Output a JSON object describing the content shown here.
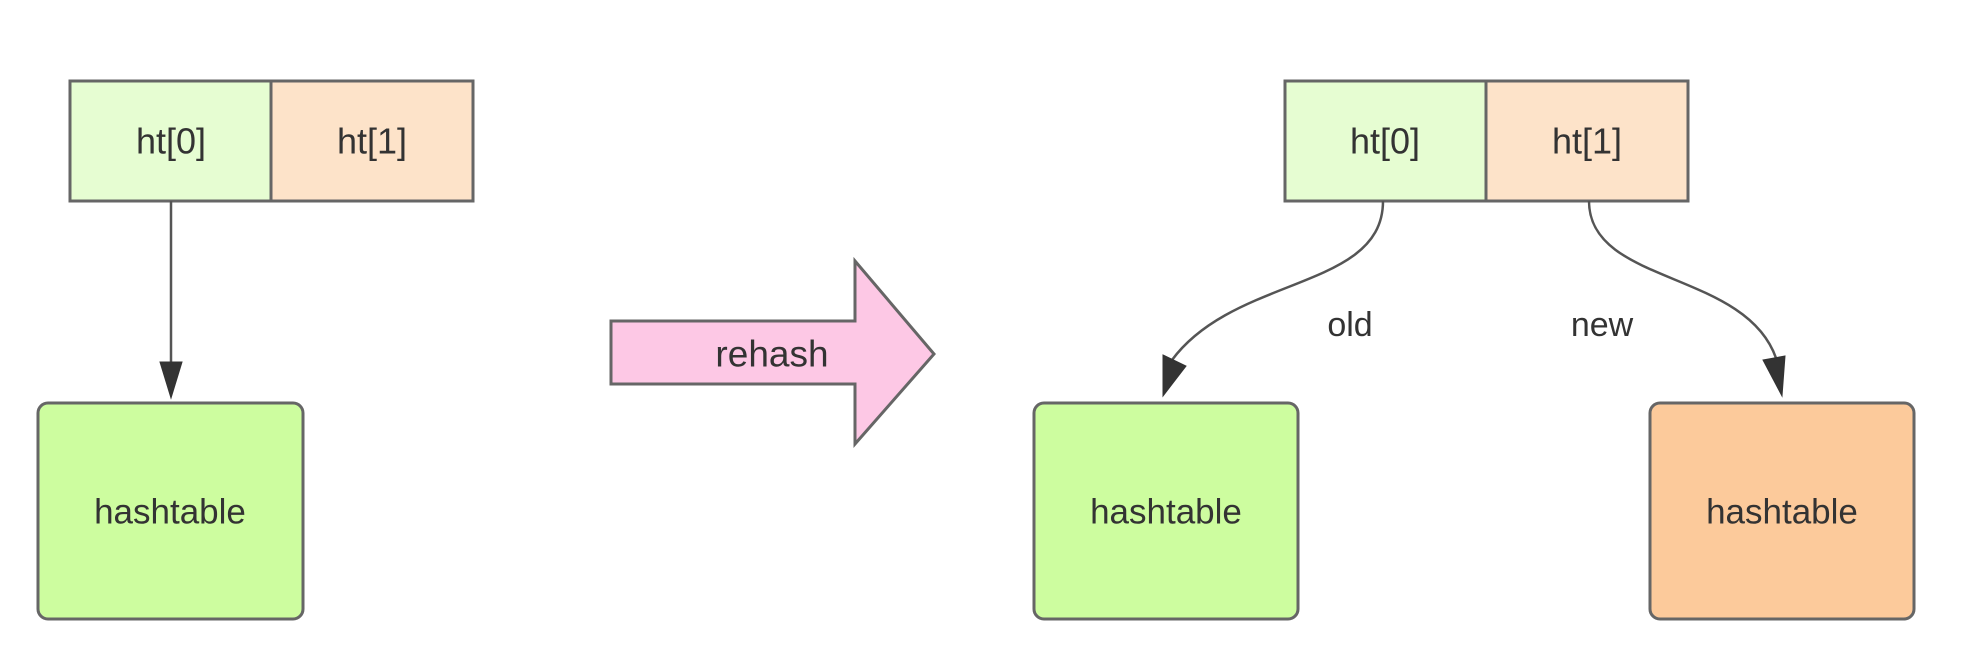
{
  "left_state": {
    "cells": [
      "ht[0]",
      "ht[1]"
    ],
    "hashtable": "hashtable"
  },
  "transition": {
    "label": "rehash"
  },
  "right_state": {
    "cells": [
      "ht[0]",
      "ht[1]"
    ],
    "old_label": "old",
    "new_label": "new",
    "old_hashtable": "hashtable",
    "new_hashtable": "hashtable"
  },
  "colors": {
    "ht0_cell": "#e6fdd2",
    "ht1_cell": "#fde3c9",
    "old_hashtable": "#cdfd9f",
    "new_hashtable": "#fcca9b",
    "rehash_arrow": "#fdc8e5",
    "outline": "#666666",
    "text": "#333333"
  }
}
